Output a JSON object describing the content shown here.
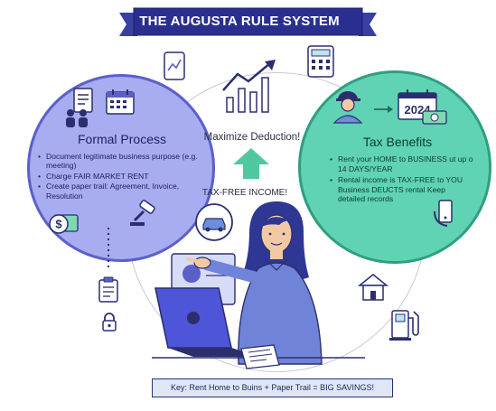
{
  "banner": {
    "title": "THE AUGUSTA  RULE SYSTEM",
    "color": "#2a2f8f"
  },
  "left_panel": {
    "heading": "Formal Process",
    "items": [
      "Document legitimate business purpose (e.g. meeting)",
      "Charge FAIR MARKET RENT",
      "Create paper trail: Agreement, Invoice, Resolution"
    ],
    "color": "#a8acf0"
  },
  "right_panel": {
    "heading": "Tax Benefits",
    "items": [
      "Rent your HOME to BUSINESS ut up o 14 DAYS/YEAR",
      "Rental income is TAX-FREE to YOU Business DEUCTS rental Keep detailed records"
    ],
    "calendar_year": "2024",
    "color": "#5fd3b3"
  },
  "center": {
    "label": "Maximize Deduction!",
    "tax_free_label": "TAX-FREE INCOME!"
  },
  "key": {
    "text": "Key: Rent Home to Buins + Paper Trail = BIG SAVINGS!"
  },
  "icons": [
    "tablet-chart-icon",
    "rising-bars-icon",
    "calculator-icon",
    "document-icon",
    "calendar-icon",
    "people-icon",
    "worker-icon",
    "arrow-right-icon",
    "money-icon",
    "up-arrow-icon",
    "car-icon",
    "dollar-bills-icon",
    "gavel-icon",
    "clipboard-icon",
    "padlock-icon",
    "phone-icon",
    "house-icon",
    "fuel-pump-icon",
    "woman-laptop-icon",
    "paper-icon"
  ]
}
